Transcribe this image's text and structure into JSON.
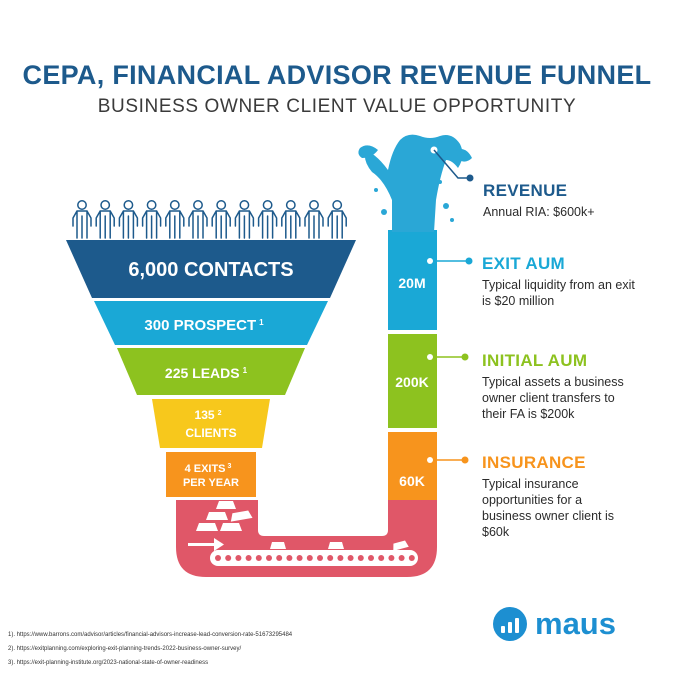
{
  "title": "CEPA, FINANCIAL ADVISOR REVENUE FUNNEL",
  "subtitle": "BUSINESS OWNER CLIENT VALUE OPPORTUNITY",
  "funnel": {
    "contacts": "6,000 CONTACTS",
    "prospect": "300 PROSPECT",
    "prospect_sup": "1",
    "leads": "225 LEADS",
    "leads_sup": "1",
    "clients_num": "135",
    "clients_sup": "2",
    "clients_word": "CLIENTS",
    "exits_line1": "4 EXITS",
    "exits_sup": "3",
    "exits_line2": "PER YEAR"
  },
  "pipe": {
    "exit_value": "20M",
    "initial_value": "200K",
    "insurance_value": "60K"
  },
  "right": {
    "revenue": {
      "title": "REVENUE",
      "desc": "Annual RIA: $600k+"
    },
    "exit_aum": {
      "title": "EXIT AUM",
      "desc": "Typical liquidity from an exit is $20 million"
    },
    "initial_aum": {
      "title": "INITIAL AUM",
      "desc": "Typical assets a business owner client transfers to their FA is $200k"
    },
    "insurance": {
      "title": "INSURANCE",
      "desc": "Typical insurance opportunities for a business owner client is $60k"
    }
  },
  "footnotes": [
    "1). https://www.barrons.com/advisor/articles/financial-advisors-increase-lead-conversion-rate-51673295484",
    "2). https://exitplanning.com/exploring-exit-planning-trends-2022-business-owner-survey/",
    "3). https://exit-planning-institute.org/2023-national-state-of-owner-readiness"
  ],
  "logo": {
    "text": "maus",
    "icon": "bar-chart-icon"
  },
  "colors": {
    "navy": "#1d5a8c",
    "cyan": "#1aa8d6",
    "green": "#8dc21f",
    "yellow": "#f7c81c",
    "orange": "#f7941d",
    "red": "#e05768",
    "water": "#2aa7d6"
  }
}
